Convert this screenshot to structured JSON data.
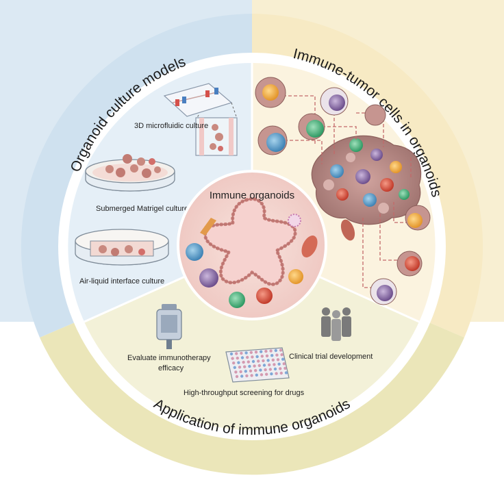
{
  "ring_titles": {
    "top_left": "Organoid culture models",
    "top_right": "Immune-tumor cells in organoids",
    "bottom": "Application of immune organoids"
  },
  "center": {
    "title": "Immune organoids"
  },
  "culture_models": {
    "microfluidic": "3D microfluidic culture",
    "submerged": "Submerged Matrigel culture",
    "air_liquid": "Air-liquid interface culture"
  },
  "applications": {
    "immunotherapy_line1": "Evaluate immunotherapy",
    "immunotherapy_line2": "efficacy",
    "clinical": "Clinical trial development",
    "screening": "High-throughput screening for drugs"
  },
  "colors": {
    "blue_sector": "#d4e4f0",
    "yellow_sector": "#f7eccb",
    "olive_sector": "#ece8c0",
    "center_pink": "#f3d5d0",
    "tumor": "#b98a86"
  }
}
